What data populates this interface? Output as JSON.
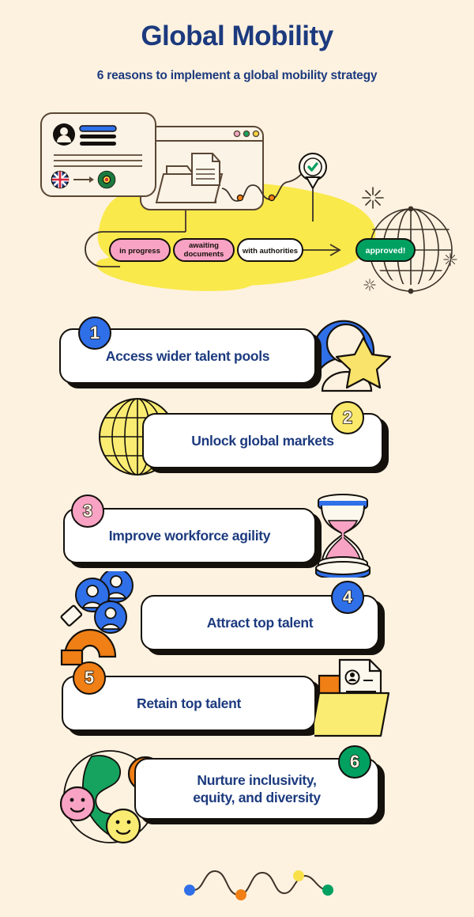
{
  "page": {
    "background_color": "#FDF2E0",
    "brand_navy": "#1C3A7E",
    "ink": "#14100C"
  },
  "header": {
    "title": "Global Mobility",
    "subtitle": "6 reasons to implement a global mobility strategy"
  },
  "hero": {
    "caption_flow": "profile card with UK to Portugal relocation, browser window with document folder, status pipeline ending in approval",
    "flags": {
      "from": "united-kingdom",
      "to": "portugal"
    },
    "browser_dots": [
      "#F2A7C3",
      "#17A45F",
      "#F5D442"
    ],
    "statuses": [
      {
        "label": "in progress",
        "color": "#F9A3C4",
        "text_color": "#14100C"
      },
      {
        "label": "awaiting documents",
        "color": "#F9A3C4",
        "text_color": "#14100C"
      },
      {
        "label": "with authorities",
        "color": "#FFFFFF",
        "text_color": "#14100C"
      },
      {
        "label": "approved!",
        "color": "#00A060",
        "text_color": "#FFFFFF"
      }
    ],
    "blob_color": "#F9E94B",
    "check_pin": "check-mark"
  },
  "reasons": [
    {
      "number": "1",
      "label": "Access wider talent pools",
      "badge_color": "#2F6FE8",
      "icon": "person-with-star-icon",
      "icon_side": "right"
    },
    {
      "number": "2",
      "label": "Unlock global markets",
      "badge_color": "#FBE96B",
      "icon": "yellow-globe-icon",
      "icon_side": "left"
    },
    {
      "number": "3",
      "label": "Improve workforce agility",
      "badge_color": "#F9A3C4",
      "icon": "hourglass-icon",
      "icon_side": "right"
    },
    {
      "number": "4",
      "label": "Attract top talent",
      "badge_color": "#2F6FE8",
      "icon": "magnet-with-people-icon",
      "icon_side": "left"
    },
    {
      "number": "5",
      "label": "Retain top talent",
      "badge_color": "#F07F16",
      "icon": "folder-with-cv-icon",
      "icon_side": "right"
    },
    {
      "number": "6",
      "label": "Nurture inclusivity,\nequity, and diversity",
      "badge_color": "#00A060",
      "icon": "earth-with-smileys-icon",
      "icon_side": "left"
    }
  ],
  "footer": {
    "decoration": "squiggle-wave-with-dots",
    "dot_colors": [
      "#2F6FE8",
      "#F07F16",
      "#F9E04B",
      "#00A060"
    ]
  }
}
